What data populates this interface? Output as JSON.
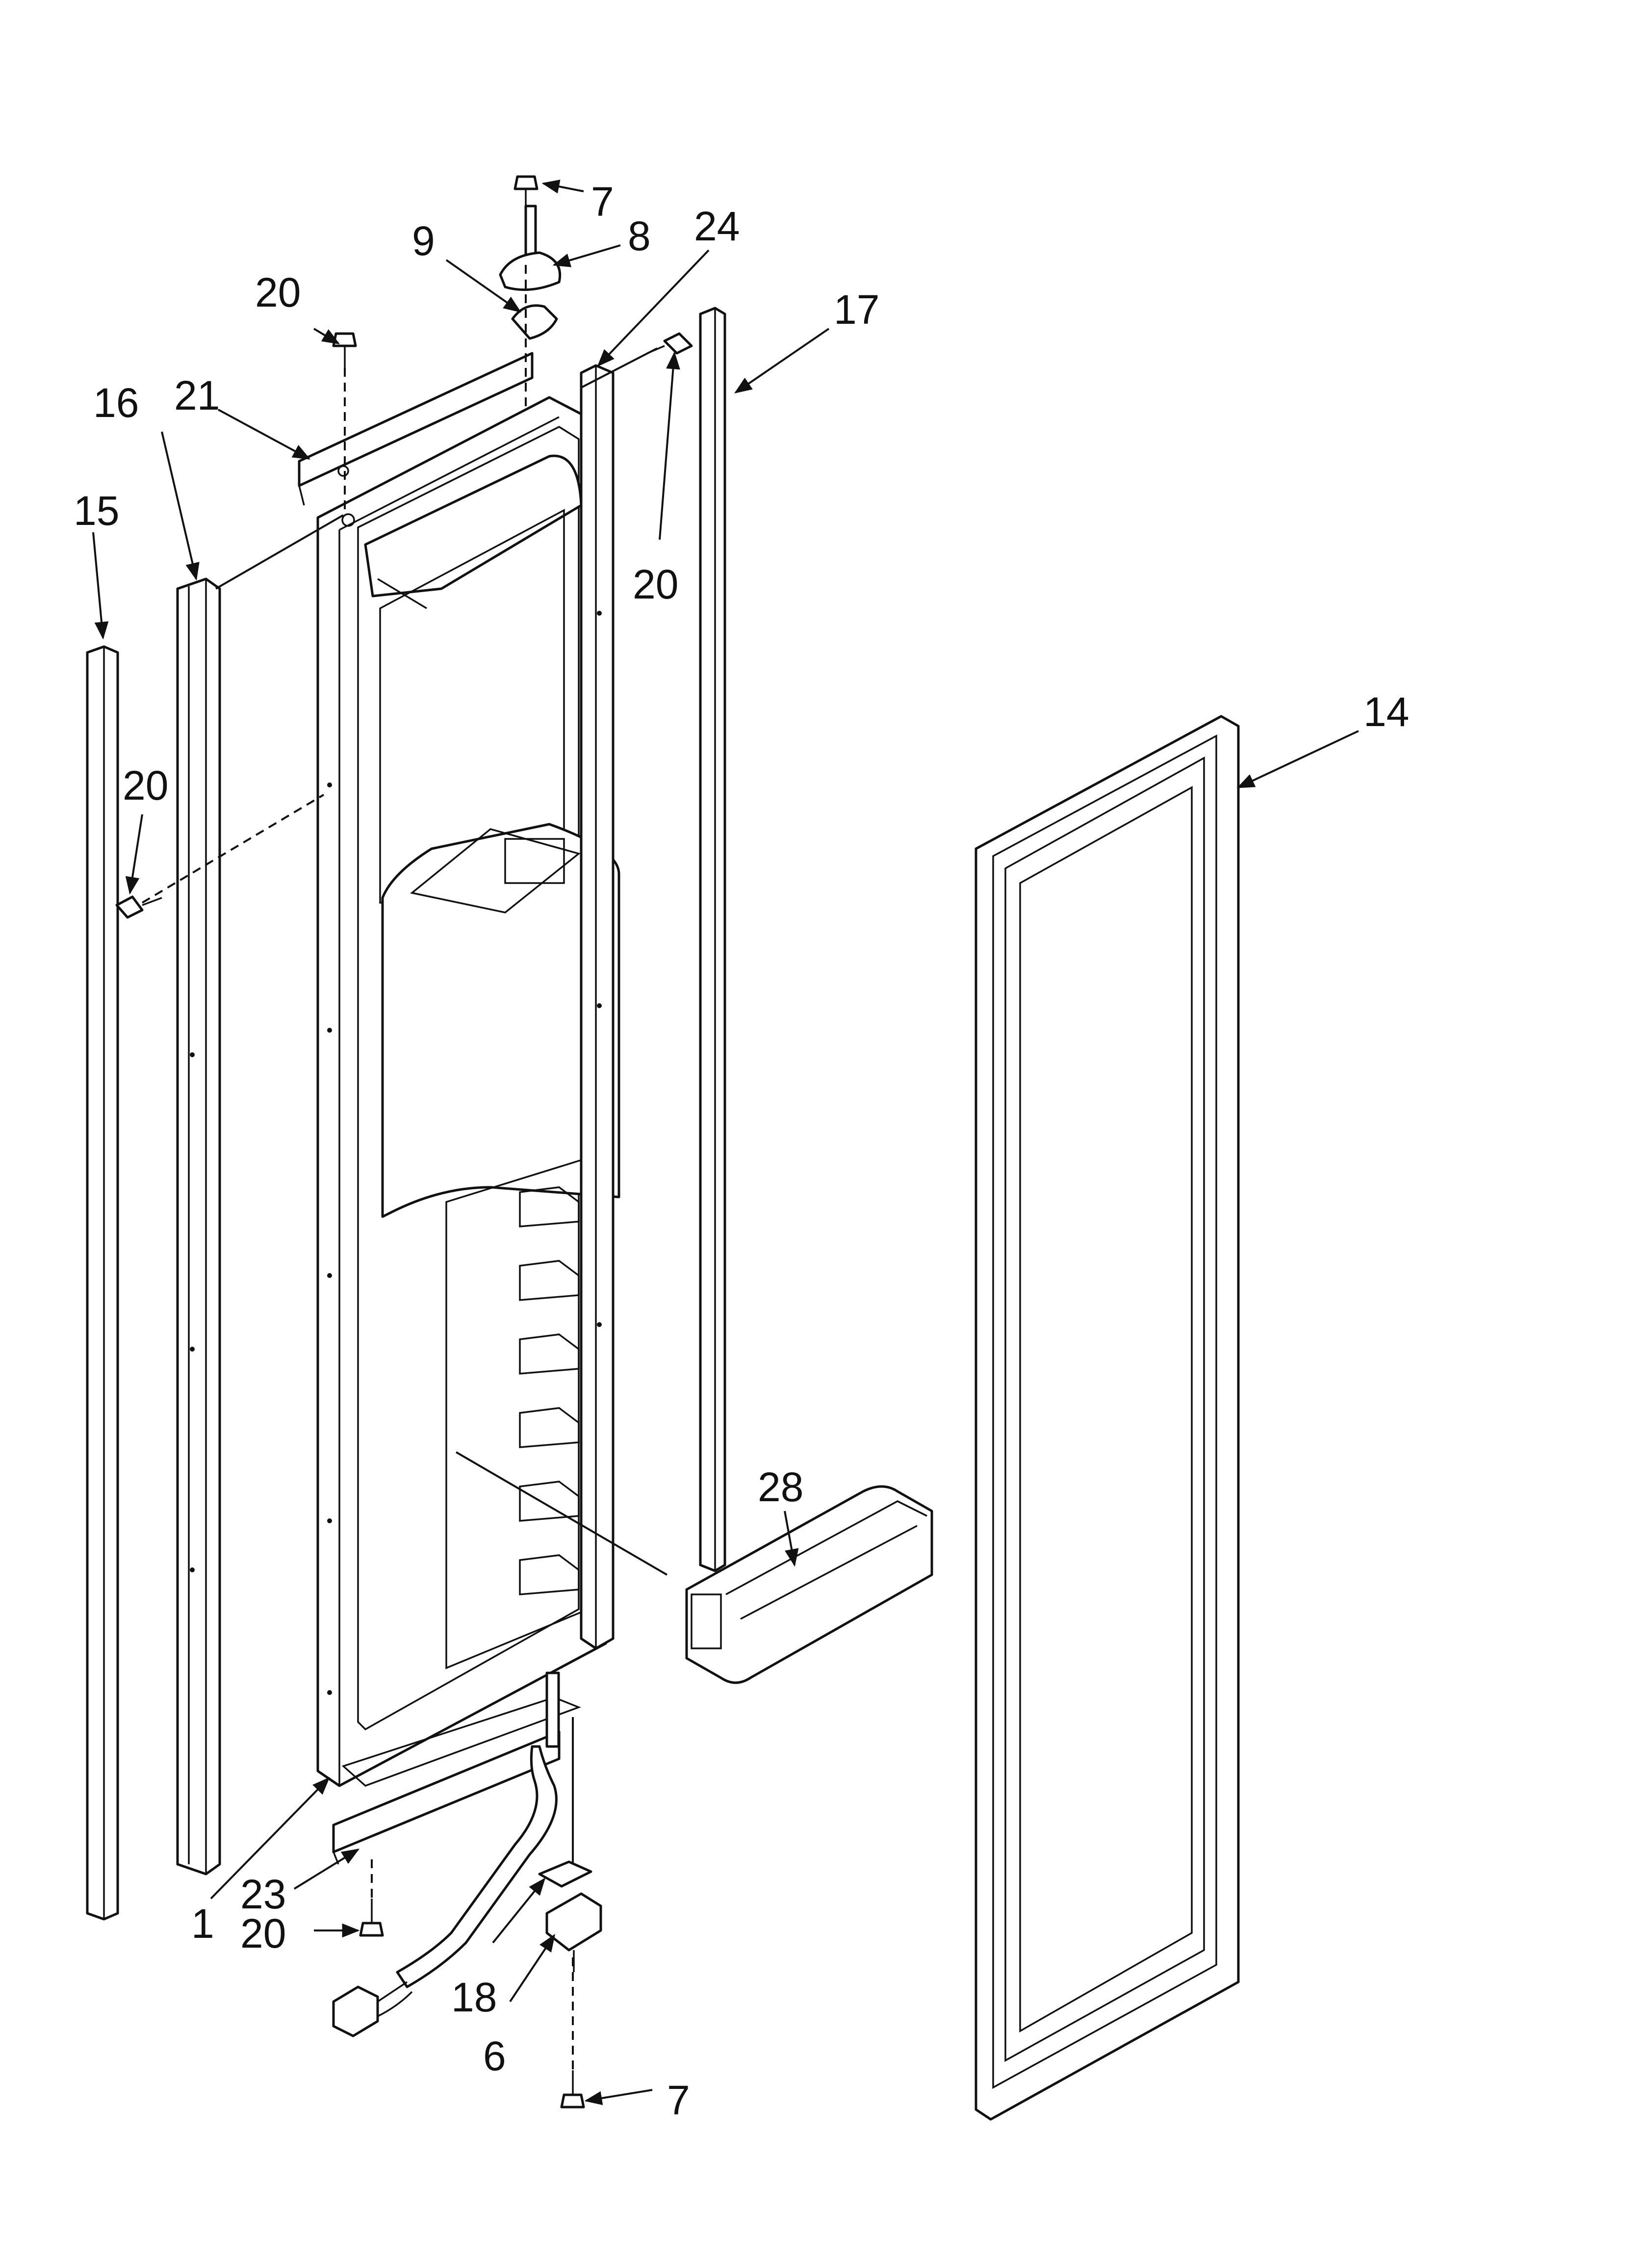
{
  "diagram": {
    "callouts": [
      {
        "id": "c7-top",
        "number": "7"
      },
      {
        "id": "c8",
        "number": "8"
      },
      {
        "id": "c24",
        "number": "24"
      },
      {
        "id": "c9",
        "number": "9"
      },
      {
        "id": "c20-top",
        "number": "20"
      },
      {
        "id": "c17",
        "number": "17"
      },
      {
        "id": "c16",
        "number": "16"
      },
      {
        "id": "c21",
        "number": "21"
      },
      {
        "id": "c15",
        "number": "15"
      },
      {
        "id": "c20-right",
        "number": "20"
      },
      {
        "id": "c14",
        "number": "14"
      },
      {
        "id": "c20-left",
        "number": "20"
      },
      {
        "id": "c28",
        "number": "28"
      },
      {
        "id": "c1",
        "number": "1"
      },
      {
        "id": "c23",
        "number": "23"
      },
      {
        "id": "c20-bottom",
        "number": "20"
      },
      {
        "id": "c18",
        "number": "18"
      },
      {
        "id": "c6",
        "number": "6"
      },
      {
        "id": "c7-bottom",
        "number": "7"
      }
    ]
  }
}
